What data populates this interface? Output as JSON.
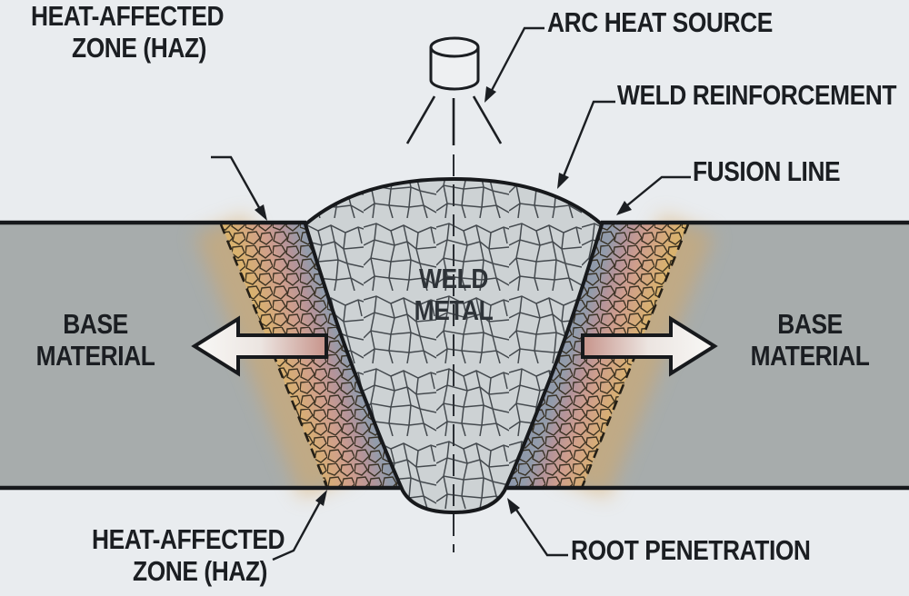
{
  "labels": {
    "arc_heat_source": "ARC HEAT SOURCE",
    "weld_reinforcement": "WELD REINFORCEMENT",
    "fusion_line": "FUSION LINE",
    "haz_top": {
      "line1": "HEAT-AFFECTED",
      "line2": "ZONE (HAZ)"
    },
    "haz_bottom": {
      "line1": "HEAT-AFFECTED",
      "line2": "ZONE (HAZ)"
    },
    "base_material_left": {
      "line1": "BASE",
      "line2": "MATERIAL"
    },
    "base_material_right": {
      "line1": "BASE",
      "line2": "MATERIAL"
    },
    "weld_metal": {
      "line1": "WELD",
      "line2": "METAL"
    },
    "root_penetration": "ROOT PENETRATION"
  },
  "icons": {
    "arc_heat_source_icon": "electrode-cylinder-with-arc-rays",
    "base_material_arrow_left": "block-arrow-pointing-left",
    "base_material_arrow_right": "block-arrow-pointing-right"
  },
  "colors": {
    "background": "#e9ecef",
    "base_plate": "#a7acac",
    "weld_metal_fill": "#cdd2d4",
    "haz_tan": "#d9b26e",
    "haz_pink": "#cf9e8d",
    "haz_bluegray": "#8c97aa",
    "outline": "#17191c",
    "label_text": "#1b1e22"
  }
}
